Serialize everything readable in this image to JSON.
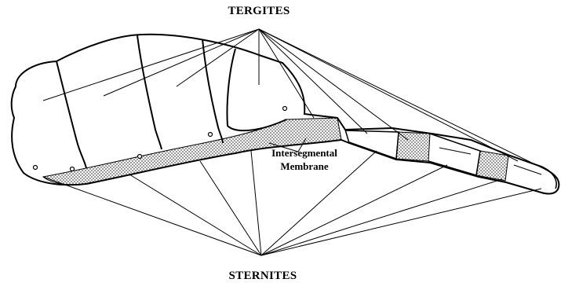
{
  "labels": {
    "tergites": "TERGITES",
    "sternites": "STERNITES",
    "membrane_line1": "Intersegmental",
    "membrane_line2": "Membrane"
  },
  "colors": {
    "stroke": "#000000",
    "membrane_fill": "#9a9a9a",
    "background": "#ffffff"
  }
}
